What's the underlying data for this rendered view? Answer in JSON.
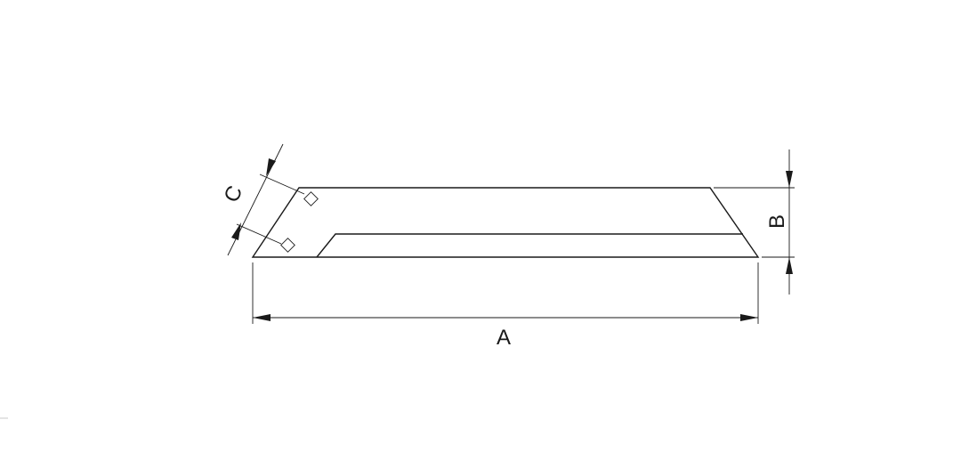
{
  "diagram": {
    "dimension_labels": {
      "length": "A",
      "height": "B",
      "edge": "C"
    },
    "line_color": "#1a1a1a",
    "background_color": "#ffffff",
    "parallel_symbol_icon": "diamond-icon"
  }
}
